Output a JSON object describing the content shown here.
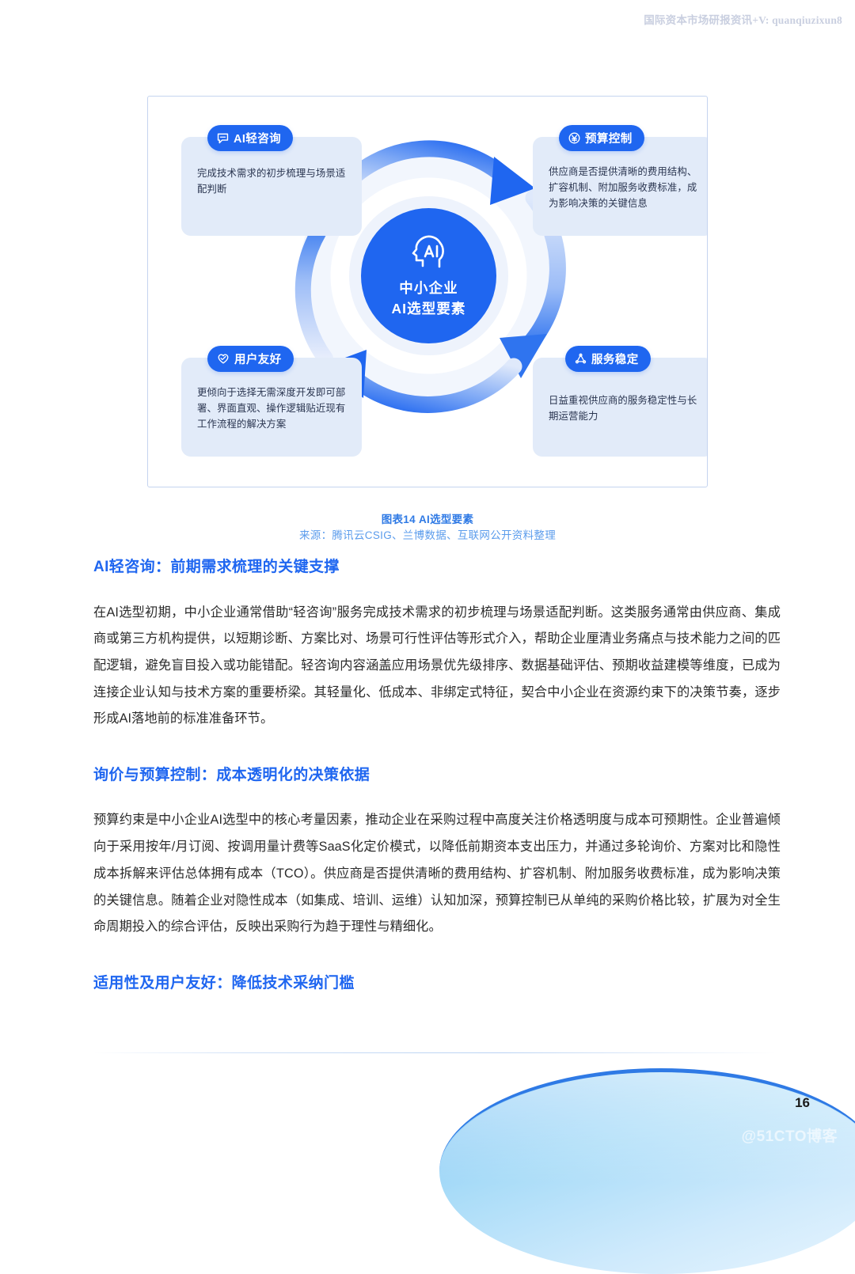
{
  "header": {
    "watermark": "国际资本市场研报资讯+V: quanqiuzixun8"
  },
  "figure": {
    "center": {
      "icon": "ai-head-icon",
      "line1": "中小企业",
      "line2": "AI选型要素"
    },
    "quadrants": [
      {
        "key": "ai-light-consulting",
        "icon": "chat-bubble-icon",
        "title": "AI轻咨询",
        "body": "完成技术需求的初步梳理与场景适配判断"
      },
      {
        "key": "budget-control",
        "icon": "yuan-currency-icon",
        "title": "预算控制",
        "body": "供应商是否提供清晰的费用结构、扩容机制、附加服务收费标准，成为影响决策的关键信息"
      },
      {
        "key": "user-friendly",
        "icon": "heart-check-icon",
        "title": "用户友好",
        "body": "更倾向于选择无需深度开发即可部署、界面直观、操作逻辑贴近现有工作流程的解决方案"
      },
      {
        "key": "service-stability",
        "icon": "network-node-icon",
        "title": "服务稳定",
        "body": "日益重视供应商的服务稳定性与长期运营能力"
      }
    ],
    "caption": "图表14 AI选型要素",
    "source": "来源：腾讯云CSIG、兰博数据、互联网公开资料整理"
  },
  "article": {
    "sections": [
      {
        "heading": "AI轻咨询：前期需求梳理的关键支撑",
        "paragraph": "在AI选型初期，中小企业通常借助“轻咨询”服务完成技术需求的初步梳理与场景适配判断。这类服务通常由供应商、集成商或第三方机构提供，以短期诊断、方案比对、场景可行性评估等形式介入，帮助企业厘清业务痛点与技术能力之间的匹配逻辑，避免盲目投入或功能错配。轻咨询内容涵盖应用场景优先级排序、数据基础评估、预期收益建模等维度，已成为连接企业认知与技术方案的重要桥梁。其轻量化、低成本、非绑定式特征，契合中小企业在资源约束下的决策节奏，逐步形成AI落地前的标准准备环节。"
      },
      {
        "heading": "询价与预算控制：成本透明化的决策依据",
        "paragraph": "预算约束是中小企业AI选型中的核心考量因素，推动企业在采购过程中高度关注价格透明度与成本可预期性。企业普遍倾向于采用按年/月订阅、按调用量计费等SaaS化定价模式，以降低前期资本支出压力，并通过多轮询价、方案对比和隐性成本拆解来评估总体拥有成本（TCO）。供应商是否提供清晰的费用结构、扩容机制、附加服务收费标准，成为影响决策的关键信息。随着企业对隐性成本（如集成、培训、运维）认知加深，预算控制已从单纯的采购价格比较，扩展为对全生命周期投入的综合评估，反映出采购行为趋于理性与精细化。"
      },
      {
        "heading": "适用性及用户友好：降低技术采纳门槛",
        "paragraph": ""
      }
    ]
  },
  "footer": {
    "page_number": "16",
    "watermark": "@51CTO博客"
  },
  "colors": {
    "accent_blue": "#1f66f0",
    "heading_blue": "#1f66f0",
    "caption_blue": "#2f7ae5",
    "source_blue": "#5b9cec",
    "card_bg": "#e2ebf9",
    "panel_border": "#c5d4ef"
  }
}
